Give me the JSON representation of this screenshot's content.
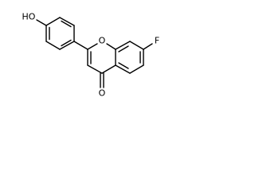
{
  "atom_labels": {
    "hydroxyl": "HO",
    "ring_oxygen": "O",
    "carbonyl_oxygen": "O",
    "fluorine": "F"
  },
  "colors": {
    "bond": "#000000",
    "text": "#000000",
    "background": "#ffffff"
  }
}
